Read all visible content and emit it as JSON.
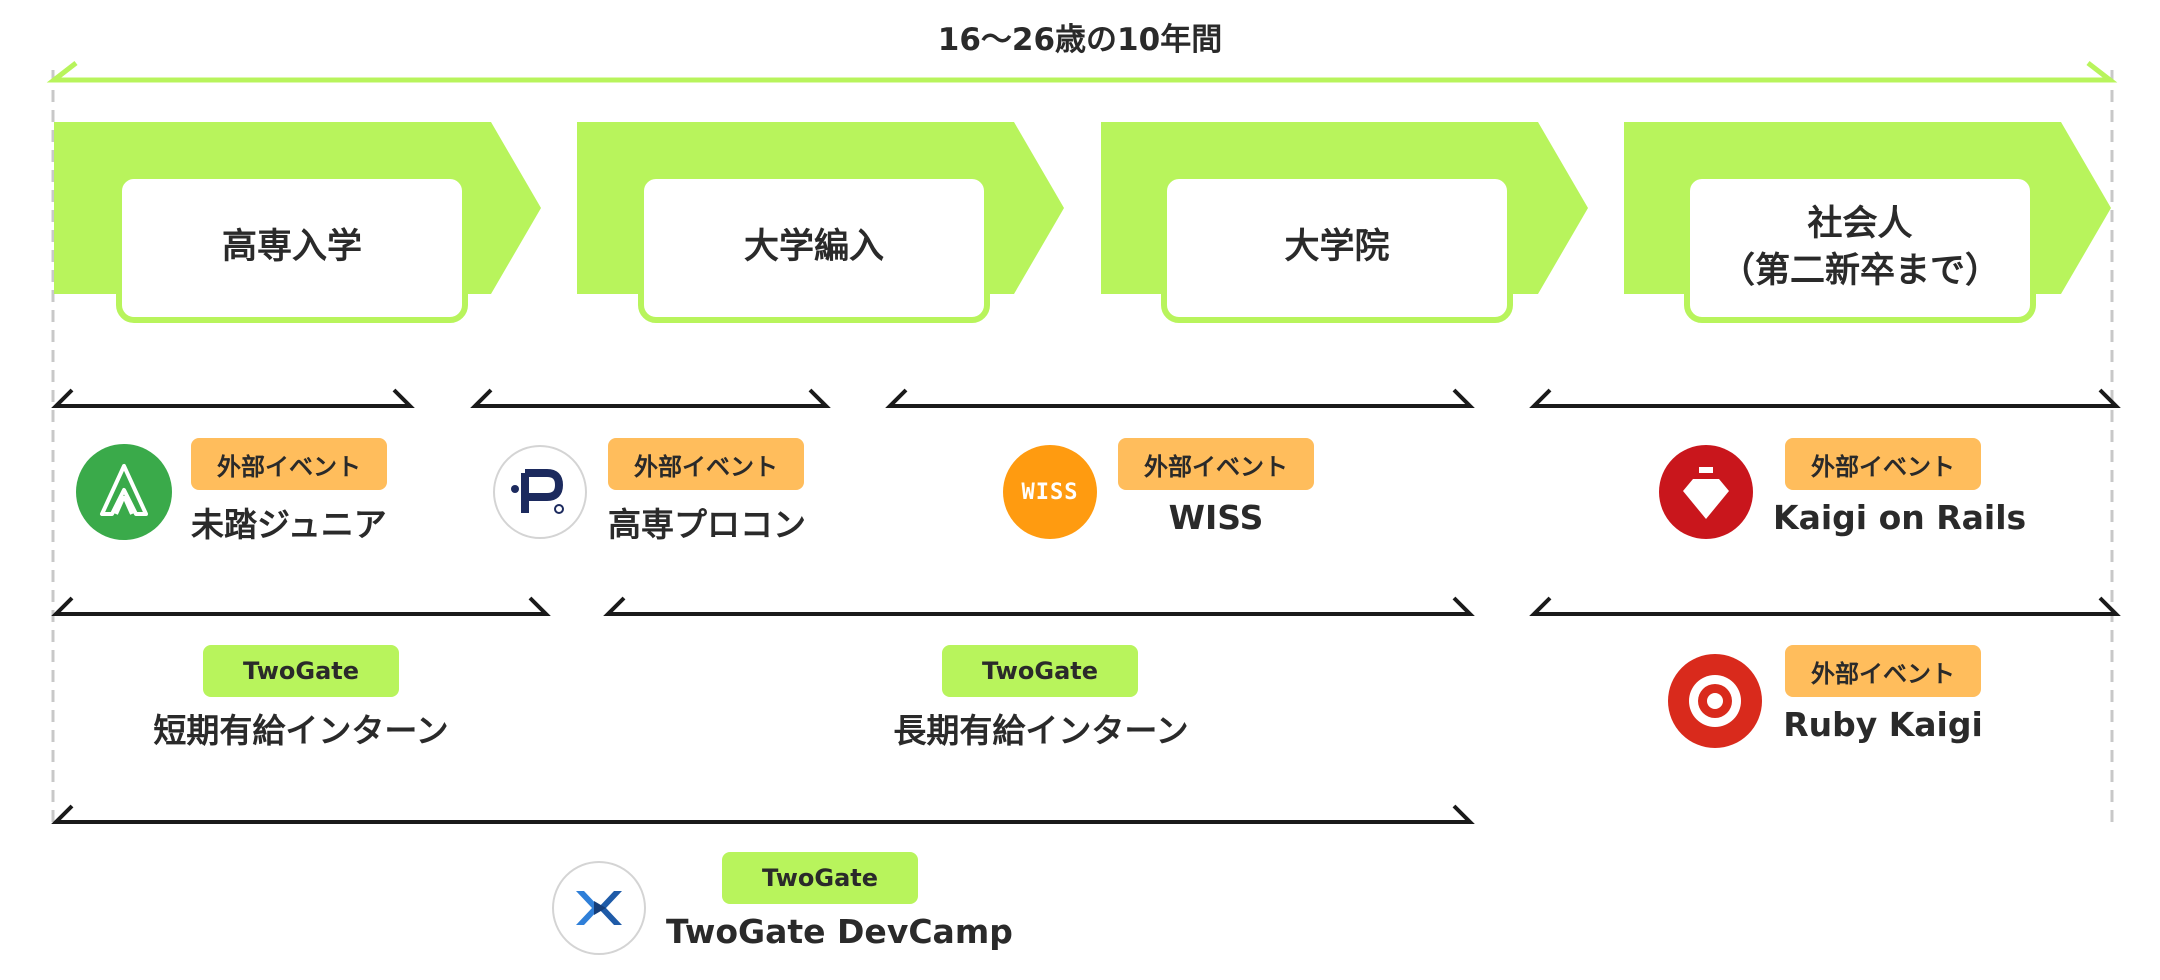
{
  "title": "16〜26歳の10年間",
  "phases": [
    {
      "label": "高専入学"
    },
    {
      "label": "大学編入"
    },
    {
      "label": "大学院"
    },
    {
      "label": "社会人\n（第二新卒まで）"
    }
  ],
  "events": [
    {
      "badge": "外部イベント",
      "name": "未踏ジュニア",
      "icon": "mitou-junior-logo-icon"
    },
    {
      "badge": "外部イベント",
      "name": "高専プロコン",
      "icon": "procon-logo-icon"
    },
    {
      "badge": "外部イベント",
      "name": "WISS",
      "icon": "wiss-logo-icon",
      "logo_text": "WISS"
    },
    {
      "badge": "外部イベント",
      "name": "Kaigi on Rails",
      "icon": "kaigi-on-rails-logo-icon"
    },
    {
      "badge": "TwoGate",
      "name": "短期有給インターン"
    },
    {
      "badge": "TwoGate",
      "name": "長期有給インターン"
    },
    {
      "badge": "外部イベント",
      "name": "Ruby Kaigi",
      "icon": "ruby-kaigi-logo-icon"
    },
    {
      "badge": "TwoGate",
      "name": "TwoGate DevCamp",
      "icon": "devcamp-logo-icon"
    }
  ],
  "colors": {
    "accent_green": "#b8f45c",
    "external_badge": "#ffbd5c",
    "twogate_badge": "#b8f45c",
    "bracket": "#1a1a1a",
    "dashed_guide": "#c8c8c8"
  }
}
